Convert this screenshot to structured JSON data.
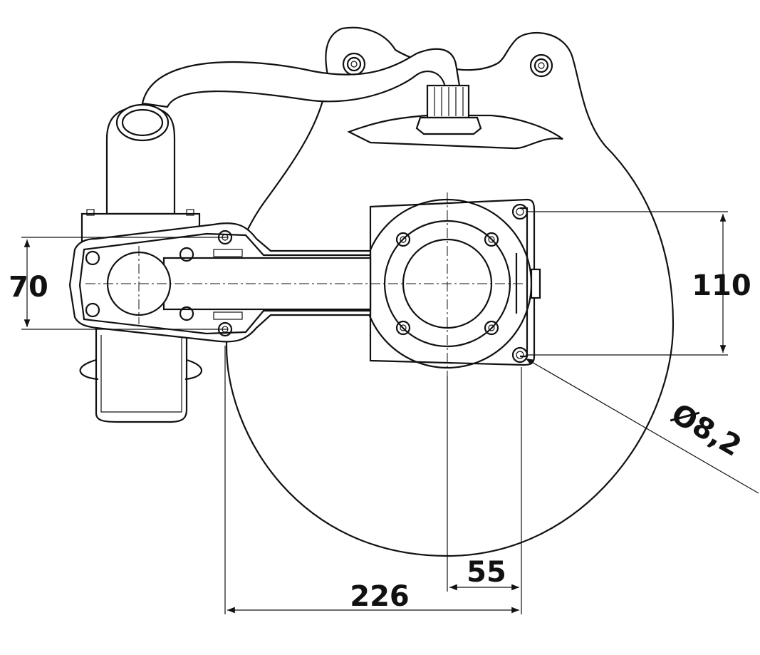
{
  "dimensions": {
    "height_left": "70",
    "height_right": "110",
    "hole_diameter": "Ø8,2",
    "offset_bottom": "55",
    "width_bottom": "226"
  }
}
